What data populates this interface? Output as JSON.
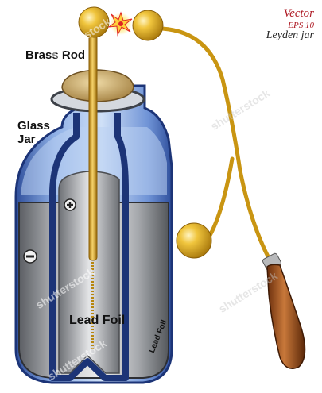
{
  "header": {
    "line1": "Vector",
    "line2": "EPS 10",
    "line3": "Leyden jar"
  },
  "labels": {
    "brass_rod": "Brass Rod",
    "glass_jar": "Glass Jar",
    "lead_foil": "Lead Foil",
    "lead_foil_small": "Lead Foil"
  },
  "watermark": {
    "text": "shutterstock"
  },
  "colors": {
    "glass_blue": "#3f67b3",
    "glass_dark": "#1f3a80",
    "foil_gray": "#a7aaae",
    "brass": "#d9a520",
    "cork": "#c9a765",
    "handle_brown": "#9c4f1e",
    "spark": "#e02424"
  }
}
